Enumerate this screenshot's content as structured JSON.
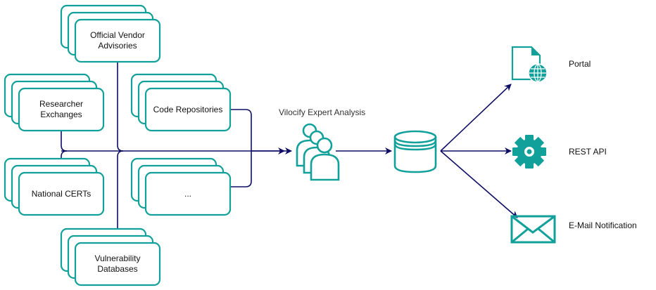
{
  "colors": {
    "accent": "#12a19a",
    "connector": "#0d0d66"
  },
  "sources": [
    {
      "label": "Official Vendor Advisories"
    },
    {
      "label": "Researcher Exchanges"
    },
    {
      "label": "National CERTs"
    },
    {
      "label": "Vulnerability Databases"
    },
    {
      "label": "Code Repositories"
    },
    {
      "label": "..."
    }
  ],
  "analysis": {
    "label": "Vilocify Expert Analysis",
    "icon": "users-icon"
  },
  "database": {
    "icon": "database-icon"
  },
  "outputs": [
    {
      "label": "Portal",
      "icon": "web-document-icon"
    },
    {
      "label": "REST API",
      "icon": "gear-icon"
    },
    {
      "label": "E-Mail Notification",
      "icon": "envelope-icon"
    }
  ]
}
